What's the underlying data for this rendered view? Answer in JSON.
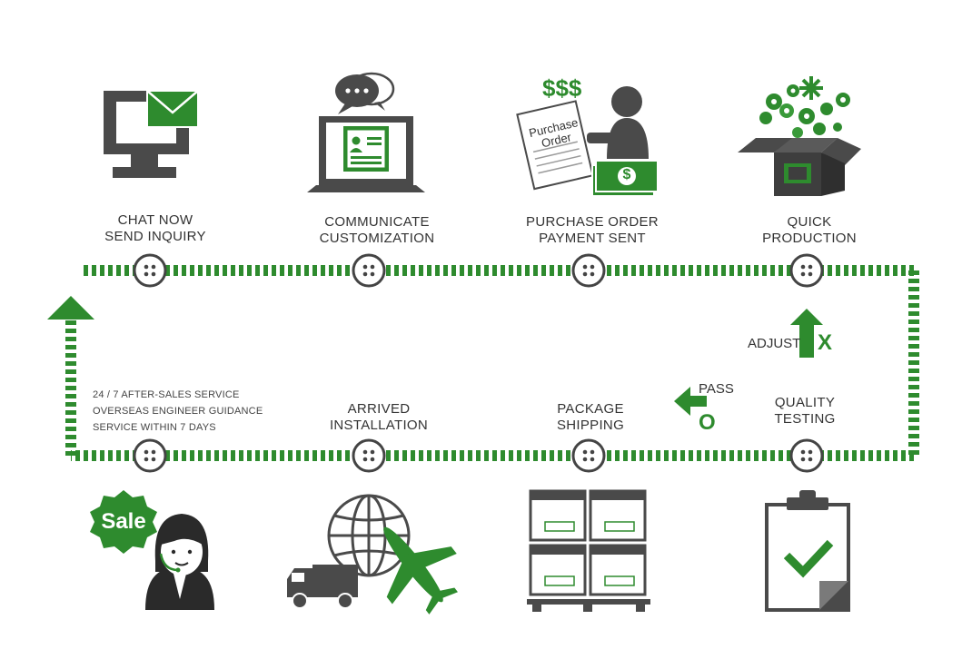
{
  "colors": {
    "green": "#2e8b2e",
    "dark": "#333333",
    "track": "#2e8b2e"
  },
  "steps_top": [
    {
      "line1": "CHAT NOW",
      "line2": "SEND INQUIRY",
      "icon": "computer-mail-icon"
    },
    {
      "line1": "COMMUNICATE",
      "line2": "CUSTOMIZATION",
      "icon": "laptop-chat-icon"
    },
    {
      "line1": "PURCHASE ORDER",
      "line2": "PAYMENT SENT",
      "icon": "purchase-order-icon"
    },
    {
      "line1": "QUICK",
      "line2": "PRODUCTION",
      "icon": "production-box-icon"
    }
  ],
  "steps_bottom": [
    {
      "line1": "QUALITY",
      "line2": "TESTING",
      "icon": "clipboard-check-icon"
    },
    {
      "line1": "PACKAGE",
      "line2": "SHIPPING",
      "icon": "pallet-boxes-icon"
    },
    {
      "line1": "ARRIVED",
      "line2": "INSTALLATION",
      "icon": "globe-truck-plane-icon"
    }
  ],
  "service_lines": [
    "24 / 7 after-sales service",
    "overseas engineer guidance",
    "service within 7 days"
  ],
  "purchase_order_text": {
    "line1": "Purchase",
    "line2": "Order"
  },
  "money_text": "$$$",
  "dollar_sign": "$",
  "sale_badge": "Sale",
  "adjust": {
    "label": "ADJUST",
    "mark": "X"
  },
  "pass": {
    "label": "PASS",
    "mark": "O"
  }
}
